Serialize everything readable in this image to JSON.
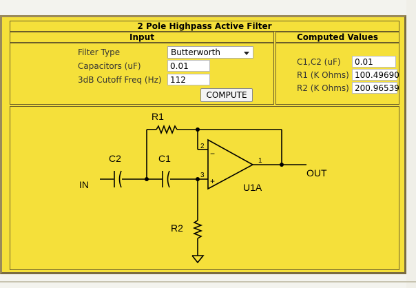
{
  "title": "2 Pole Highpass Active Filter",
  "input": {
    "header": "Input",
    "filter_type_label": "Filter Type",
    "filter_type_value": "Butterworth",
    "capacitors_label": "Capacitors (uF)",
    "capacitors_value": "0.01",
    "cutoff_label": "3dB Cutoff Freq (Hz)",
    "cutoff_value": "112",
    "compute_label": "COMPUTE"
  },
  "computed": {
    "header": "Computed Values",
    "c_label": "C1,C2 (uF)",
    "c_value": "0.01",
    "r1_label": "R1 (K Ohms)",
    "r1_value": "100.49690",
    "r2_label": "R2 (K Ohms)",
    "r2_value": "200.96539"
  },
  "schematic": {
    "r1": "R1",
    "r2": "R2",
    "c1": "C1",
    "c2": "C2",
    "in": "IN",
    "out": "OUT",
    "opamp": "U1A",
    "pin1": "1",
    "pin2": "2",
    "pin3": "3",
    "minus": "−",
    "plus": "+"
  }
}
